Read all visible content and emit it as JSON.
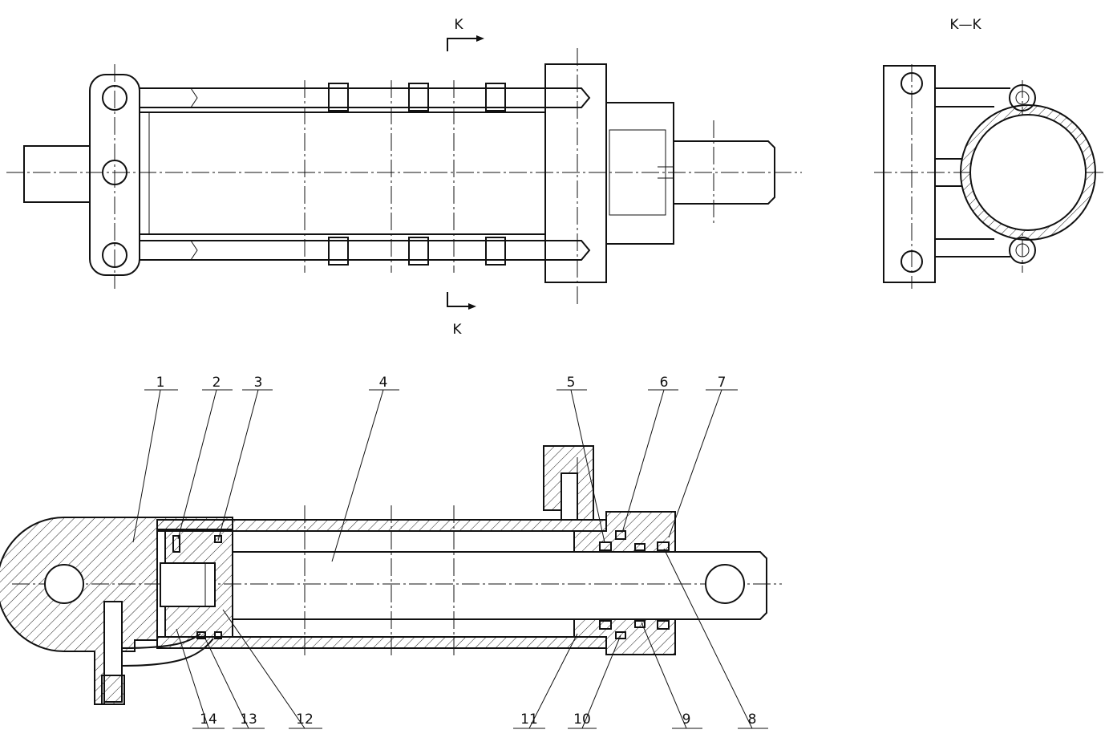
{
  "section_view": {
    "title": "K—K"
  },
  "section_markers": {
    "top_label": "K",
    "bottom_label": "K"
  },
  "part_numbers": [
    {
      "n": "1"
    },
    {
      "n": "2"
    },
    {
      "n": "3"
    },
    {
      "n": "4"
    },
    {
      "n": "5"
    },
    {
      "n": "6"
    },
    {
      "n": "7"
    },
    {
      "n": "8"
    },
    {
      "n": "9"
    },
    {
      "n": "10"
    },
    {
      "n": "11"
    },
    {
      "n": "12"
    },
    {
      "n": "13"
    },
    {
      "n": "14"
    }
  ]
}
